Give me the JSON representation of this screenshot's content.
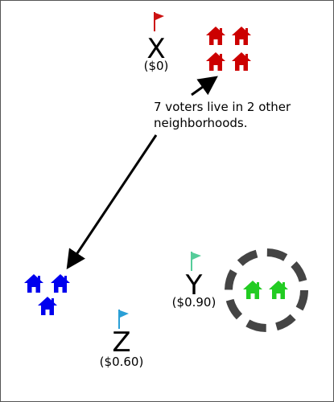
{
  "candidates": [
    {
      "id": "X",
      "label": "X",
      "price": "($0)",
      "flag_color": "#cc1111"
    },
    {
      "id": "Y",
      "label": "Y",
      "price": "($0.90)",
      "flag_color": "#55cc99"
    },
    {
      "id": "Z",
      "label": "Z",
      "price": "($0.60)",
      "flag_color": "#2a9fd6"
    }
  ],
  "neighborhoods": [
    {
      "id": "red",
      "color": "#cc0000",
      "houses": 4
    },
    {
      "id": "blue",
      "color": "#0000ee",
      "houses": 3
    },
    {
      "id": "green",
      "color": "#22cc22",
      "houses": 2,
      "highlighted": true
    }
  ],
  "annotation": {
    "line1": "7 voters live in 2 other",
    "line2": "neighborhoods."
  },
  "icons": {
    "house": "house-icon",
    "flag": "flag-icon",
    "arrow": "double-arrow"
  },
  "colors": {
    "ring": "#444444",
    "arrow": "#000000",
    "frame": "#555555"
  }
}
